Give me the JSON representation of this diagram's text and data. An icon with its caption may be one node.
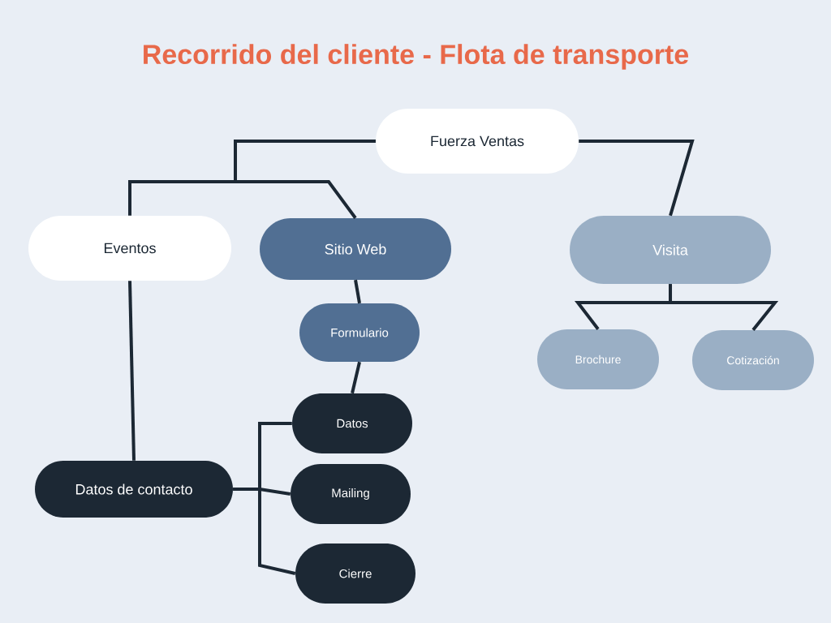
{
  "diagram": {
    "title": "Recorrido del cliente - Flota de transporte",
    "nodes": [
      {
        "text": [
          "Fuerza Ventas"
        ]
      },
      {
        "text": [
          "Eventos"
        ]
      },
      {
        "text": [
          "Sitio Web"
        ]
      },
      {
        "text": [
          "Visita"
        ]
      },
      {
        "text": [
          "Formulario"
        ]
      },
      {
        "text": [
          "Brochure"
        ]
      },
      {
        "text": [
          "Cotización"
        ]
      },
      {
        "text": [
          "Datos"
        ]
      },
      {
        "text": [
          "Datos de contacto"
        ]
      },
      {
        "text": [
          "Mailing"
        ]
      },
      {
        "text": [
          "Cierre"
        ]
      }
    ],
    "edges": [
      {
        "from": 0,
        "to": 1,
        "arrow": "none"
      },
      {
        "from": 0,
        "to": 2,
        "arrow": "none"
      },
      {
        "from": 0,
        "to": 3,
        "arrow": "none"
      },
      {
        "from": 1,
        "to": 8,
        "arrow": "none"
      },
      {
        "from": 2,
        "to": 4,
        "arrow": "none"
      },
      {
        "from": 4,
        "to": 7,
        "arrow": "none"
      },
      {
        "from": 3,
        "to": 5,
        "arrow": "none"
      },
      {
        "from": 3,
        "to": 6,
        "arrow": "none"
      },
      {
        "from": 8,
        "to": 7,
        "arrow": "none"
      },
      {
        "from": 8,
        "to": 9,
        "arrow": "none"
      },
      {
        "from": 8,
        "to": 10,
        "arrow": "none"
      }
    ]
  }
}
